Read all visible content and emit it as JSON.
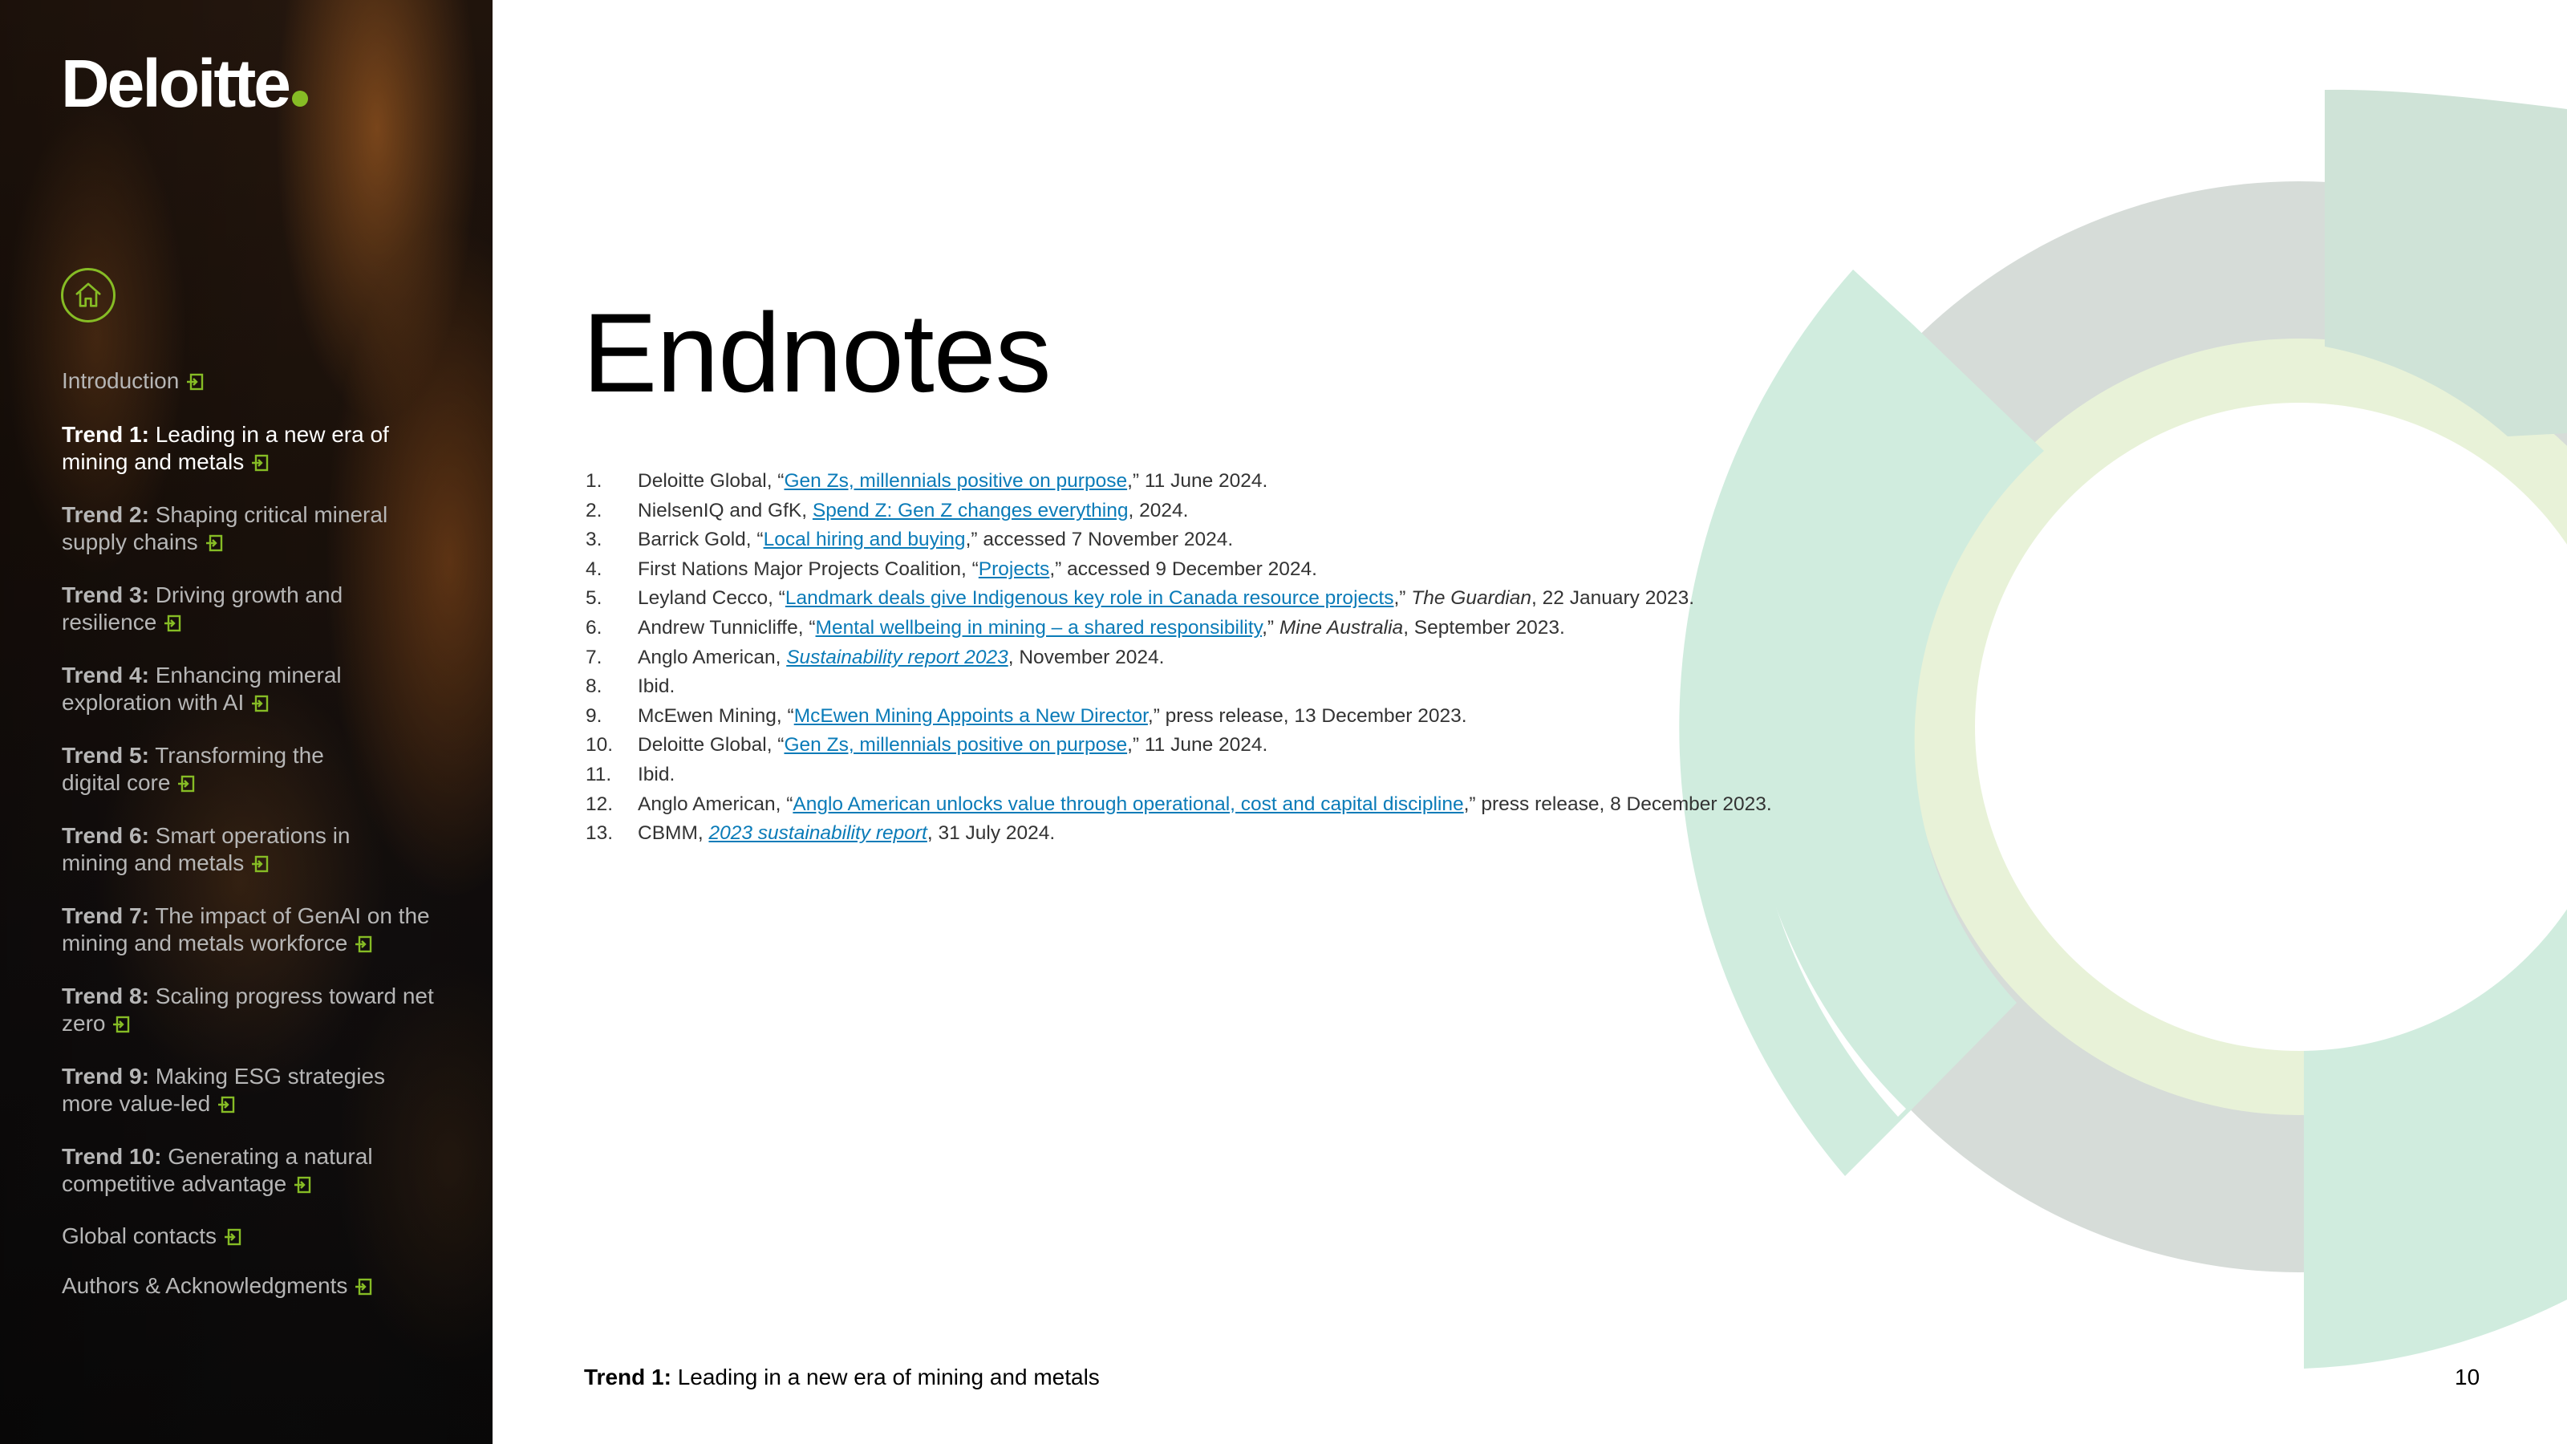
{
  "brand": {
    "logo_text": "Deloitte",
    "logo_dot_color": "#86bc25",
    "accent_color": "#86bc25",
    "link_color": "#0a7bb8"
  },
  "sidebar": {
    "home_icon": "home-icon",
    "items": [
      {
        "prefix": "",
        "text": "Introduction",
        "active": false
      },
      {
        "prefix": "Trend 1:",
        "text": " Leading in a new era of mining and metals",
        "active": true
      },
      {
        "prefix": "Trend 2:",
        "text": " Shaping critical mineral supply chains",
        "active": false
      },
      {
        "prefix": "Trend 3:",
        "text": " Driving growth and resilience",
        "active": false
      },
      {
        "prefix": "Trend 4:",
        "text": " Enhancing mineral exploration with AI",
        "active": false
      },
      {
        "prefix": "Trend 5:",
        "text": " Transforming the digital core",
        "active": false
      },
      {
        "prefix": "Trend 6:",
        "text": " Smart operations in mining and metals",
        "active": false
      },
      {
        "prefix": "Trend 7:",
        "text": " The impact of GenAI on the mining and metals workforce",
        "active": false
      },
      {
        "prefix": "Trend 8:",
        "text": " Scaling progress toward net zero",
        "active": false
      },
      {
        "prefix": "Trend 9:",
        "text": " Making ESG strategies more value-led",
        "active": false
      },
      {
        "prefix": "Trend 10:",
        "text": " Generating a natural competitive advantage",
        "active": false
      },
      {
        "prefix": "",
        "text": "Global contacts",
        "active": false
      },
      {
        "prefix": "",
        "text": "Authors & Acknowledgments",
        "active": false
      }
    ]
  },
  "main": {
    "title": "Endnotes",
    "notes": [
      {
        "num": "1.",
        "parts": [
          {
            "t": "Deloitte Global, “"
          },
          {
            "t": "Gen Zs, millennials positive on purpose",
            "link": true
          },
          {
            "t": ",” 11 June 2024."
          }
        ]
      },
      {
        "num": "2.",
        "parts": [
          {
            "t": "NielsenIQ and GfK, "
          },
          {
            "t": "Spend Z: Gen Z changes everything",
            "link": true
          },
          {
            "t": ", 2024."
          }
        ]
      },
      {
        "num": "3.",
        "parts": [
          {
            "t": "Barrick Gold, “"
          },
          {
            "t": "Local hiring and buying",
            "link": true
          },
          {
            "t": ",” accessed 7 November 2024."
          }
        ]
      },
      {
        "num": "4.",
        "parts": [
          {
            "t": "First Nations Major Projects Coalition, “"
          },
          {
            "t": "Projects",
            "link": true
          },
          {
            "t": ",” accessed 9 December 2024."
          }
        ]
      },
      {
        "num": "5.",
        "parts": [
          {
            "t": "Leyland Cecco, “"
          },
          {
            "t": "Landmark deals give Indigenous key role in Canada resource projects",
            "link": true
          },
          {
            "t": ",” "
          },
          {
            "t": "The Guardian",
            "italic": true
          },
          {
            "t": ", 22 January 2023."
          }
        ]
      },
      {
        "num": "6.",
        "parts": [
          {
            "t": "Andrew Tunnicliffe, “"
          },
          {
            "t": "Mental wellbeing in mining – a shared responsibility",
            "link": true
          },
          {
            "t": ",” "
          },
          {
            "t": "Mine Australia",
            "italic": true
          },
          {
            "t": ", September 2023."
          }
        ]
      },
      {
        "num": "7.",
        "parts": [
          {
            "t": "Anglo American, "
          },
          {
            "t": "Sustainability report 2023",
            "link": true,
            "italic": true
          },
          {
            "t": ", November 2024."
          }
        ]
      },
      {
        "num": "8.",
        "parts": [
          {
            "t": "Ibid."
          }
        ]
      },
      {
        "num": "9.",
        "parts": [
          {
            "t": "McEwen Mining, “"
          },
          {
            "t": "McEwen Mining Appoints a New Director",
            "link": true
          },
          {
            "t": ",” press release, 13 December 2023."
          }
        ]
      },
      {
        "num": "10.",
        "parts": [
          {
            "t": "Deloitte Global, “"
          },
          {
            "t": "Gen Zs, millennials positive on purpose",
            "link": true
          },
          {
            "t": ",” 11 June 2024."
          }
        ]
      },
      {
        "num": "11.",
        "parts": [
          {
            "t": "Ibid."
          }
        ]
      },
      {
        "num": "12.",
        "parts": [
          {
            "t": "Anglo American, “"
          },
          {
            "t": "Anglo American unlocks value through operational, cost and capital discipline",
            "link": true
          },
          {
            "t": ",” press release, 8 December 2023."
          }
        ]
      },
      {
        "num": "13.",
        "parts": [
          {
            "t": "CBMM, "
          },
          {
            "t": "2023 sustainability report",
            "link": true,
            "italic": true
          },
          {
            "t": ", 31 July 2024."
          }
        ]
      }
    ]
  },
  "footer": {
    "section_prefix": "Trend 1:",
    "section_text": " Leading in a new era of mining and metals",
    "page_number": "10"
  },
  "decor_colors": {
    "mint": "#d0ecde",
    "grey": "#d6dcd8",
    "lime": "#e8f2d8",
    "sage": "#cfe3d7"
  }
}
